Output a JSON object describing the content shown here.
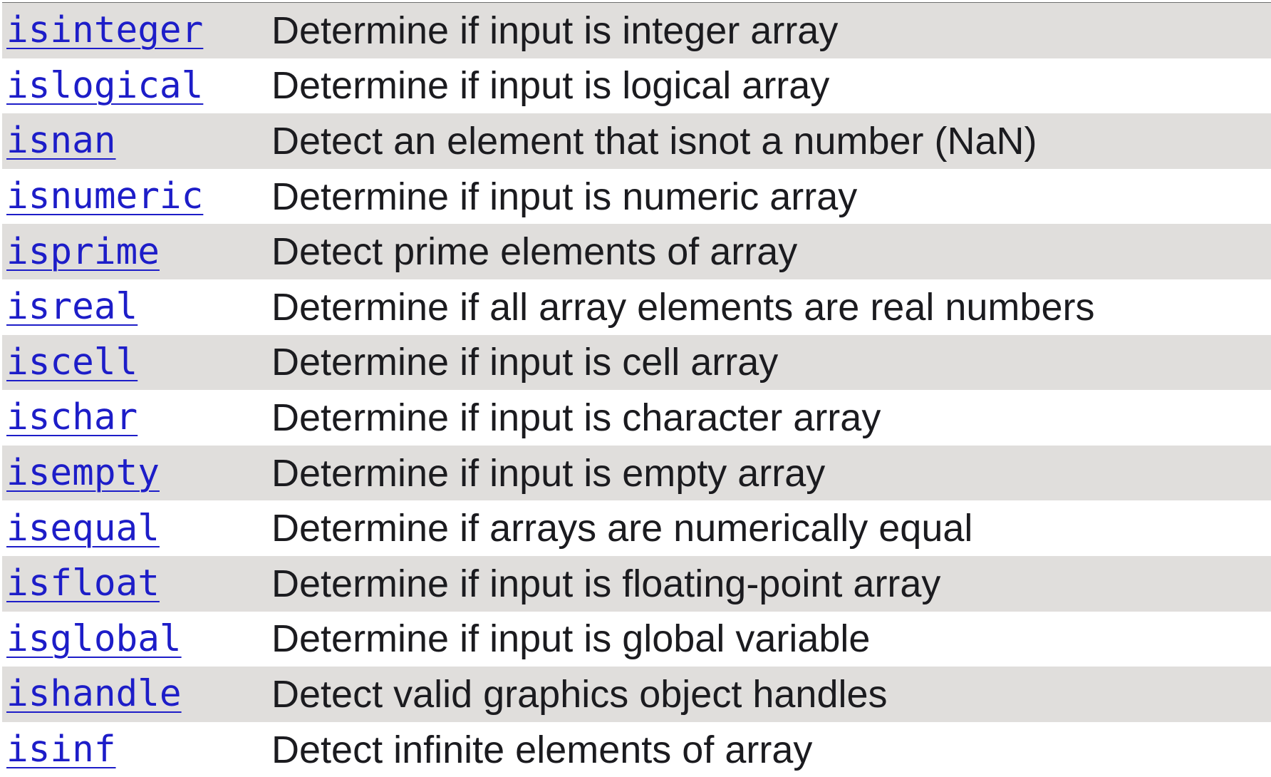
{
  "functions": [
    {
      "name": "isinteger",
      "description": "Determine if input is integer array"
    },
    {
      "name": "islogical",
      "description": "Determine if input is logical array"
    },
    {
      "name": "isnan",
      "description": "Detect an element that isnot a number (NaN)"
    },
    {
      "name": "isnumeric",
      "description": "Determine if input is numeric array"
    },
    {
      "name": "isprime",
      "description": "Detect prime elements of array"
    },
    {
      "name": "isreal",
      "description": "Determine if all array elements are real numbers"
    },
    {
      "name": "iscell",
      "description": "Determine if input is cell array"
    },
    {
      "name": "ischar",
      "description": "Determine if input is character array"
    },
    {
      "name": "isempty",
      "description": "Determine if input is empty array"
    },
    {
      "name": "isequal",
      "description": "Determine if arrays are numerically equal"
    },
    {
      "name": "isfloat",
      "description": "Determine if input is floating-point array"
    },
    {
      "name": "isglobal",
      "description": "Determine if input is global variable"
    },
    {
      "name": "ishandle",
      "description": "Detect valid graphics object handles"
    },
    {
      "name": "isinf",
      "description": "Detect infinite elements of array"
    }
  ],
  "colors": {
    "link": "#1d1dc8",
    "text": "#1b1b1f",
    "row_shaded": "#e0dedc",
    "row_plain": "#ffffff"
  }
}
